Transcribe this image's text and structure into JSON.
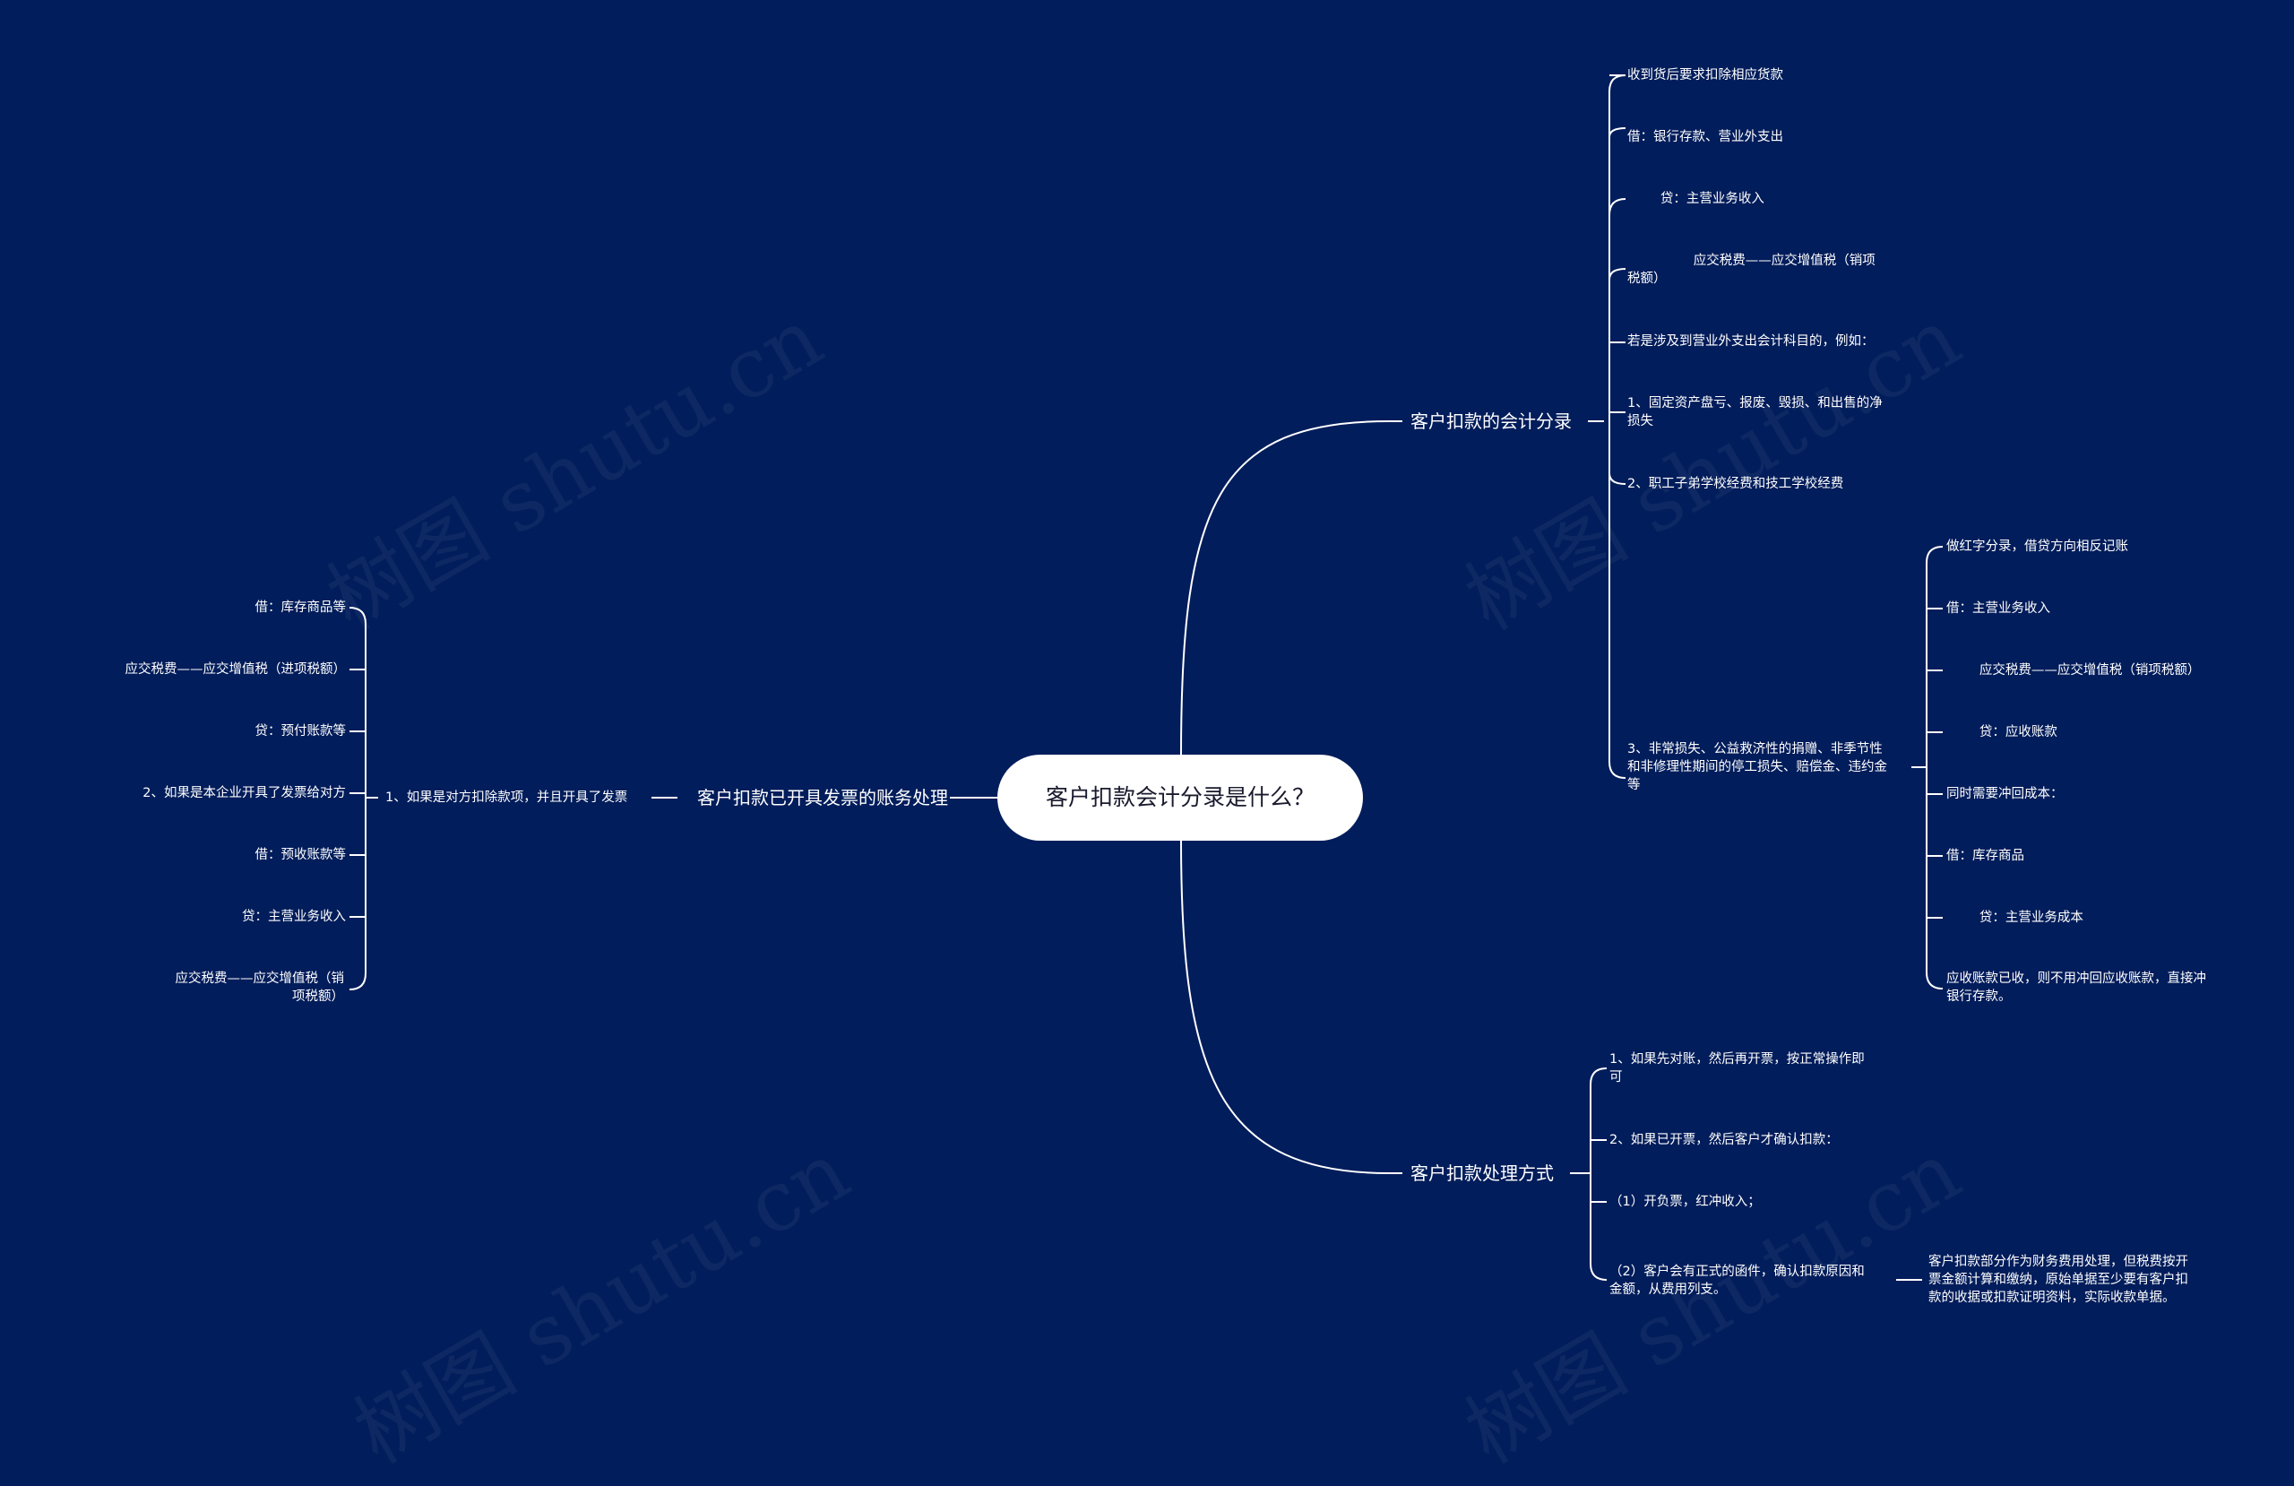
{
  "center": "客户扣款会计分录是什么？",
  "watermark": "树图 shutu.cn",
  "branches": {
    "entries": {
      "label": "客户扣款的会计分录",
      "items": [
        "收到货后要求扣除相应货款",
        "借：银行存款、营业外支出",
        "        贷：主营业务收入",
        "                应交税费——应交增值税（销项\n税额）",
        "若是涉及到营业外支出会计科目的，例如：",
        "1、固定资产盘亏、报废、毁损、和出售的净\n损失",
        "2、职工子弟学校经费和技工学校经费",
        "3、非常损失、公益救济性的捐赠、非季节性\n和非修理性期间的停工损失、赔偿金、违约金\n等"
      ],
      "sub_items": [
        "做红字分录，借贷方向相反记账",
        "借：主营业务收入",
        "        应交税费——应交增值税（销项税额）",
        "        贷：应收账款",
        "同时需要冲回成本：",
        "借：库存商品",
        "        贷：主营业务成本",
        "应收账款已收，则不用冲回应收账款，直接冲\n银行存款。"
      ]
    },
    "invoice": {
      "label": "客户扣款已开具发票的账务处理",
      "mid": "1、如果是对方扣除款项，并且开具了发票",
      "items": [
        "借：库存商品等",
        "应交税费——应交增值税（进项税额）",
        "贷：预付账款等",
        "2、如果是本企业开具了发票给对方",
        "借：预收账款等",
        "贷：主营业务收入",
        "应交税费——应交增值税（销\n项税额）"
      ]
    },
    "handling": {
      "label": "客户扣款处理方式",
      "items": [
        "1、如果先对账，然后再开票，按正常操作即\n可",
        "2、如果已开票，然后客户才确认扣款：",
        "（1）开负票，红冲收入；",
        "（2）客户会有正式的函件，确认扣款原因和\n金额，从费用列支。"
      ],
      "note": "客户扣款部分作为财务费用处理，但税费按开\n票金额计算和缴纳，原始单据至少要有客户扣\n款的收据或扣款证明资料，实际收款单据。"
    }
  }
}
